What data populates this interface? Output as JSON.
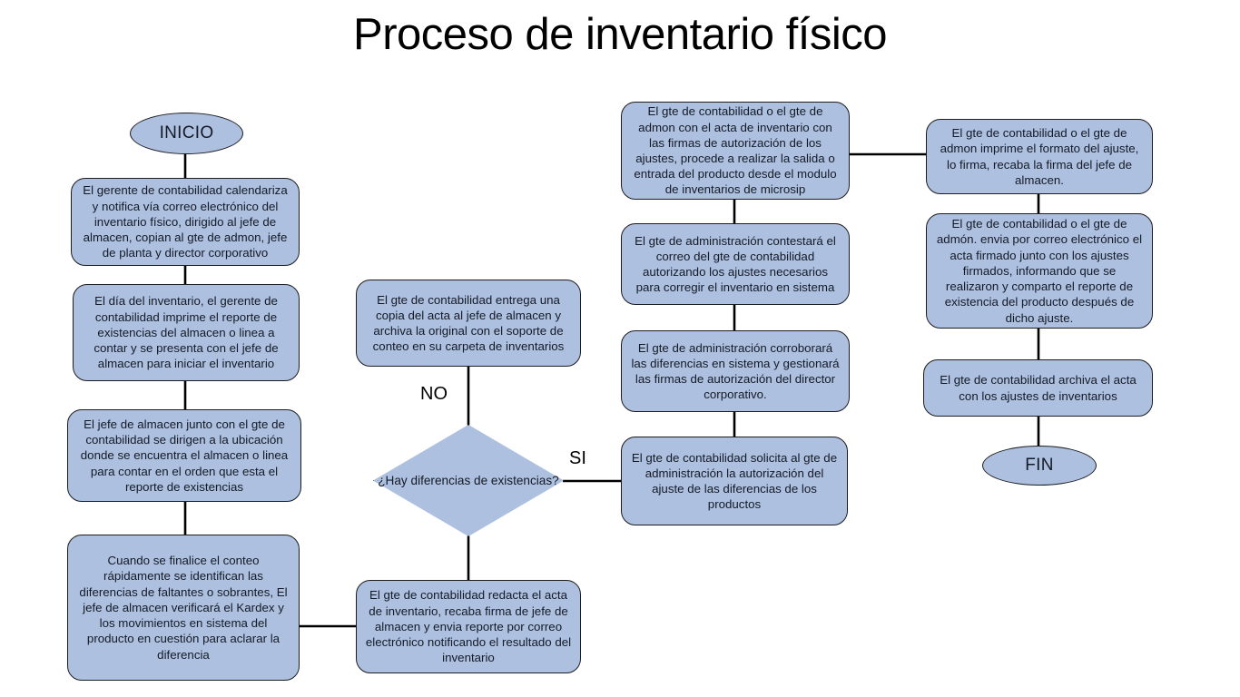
{
  "title": "Proceso de inventario físico",
  "theme": {
    "node_fill": "#adc0e0",
    "node_stroke": "#1d1d1d",
    "connector": "#000000",
    "text": "#151a25",
    "background": "#ffffff"
  },
  "nodes": {
    "start": {
      "type": "terminator",
      "label": "INICIO"
    },
    "left_1": {
      "type": "process",
      "label": "El gerente de contabilidad calendariza y notifica vía correo electrónico del inventario físico, dirigido al jefe de almacen, copian al gte de admon, jefe de planta y director corporativo"
    },
    "left_2": {
      "type": "process",
      "label": "El día del inventario, el gerente de contabilidad imprime el reporte de existencias del almacen o linea a contar y se presenta con el jefe de almacen para iniciar el inventario"
    },
    "left_3": {
      "type": "process",
      "label": "El jefe de almacen junto con el gte de contabilidad se dirigen a la ubicación donde se encuentra el almacen o linea para contar en el orden que esta el reporte de existencias"
    },
    "left_4": {
      "type": "process",
      "label": "Cuando se finalice el conteo rápidamente se identifican las diferencias de faltantes o sobrantes, El jefe de almacen verificará  el Kardex y los movimientos en sistema del producto en cuestión para aclarar la diferencia"
    },
    "center_top": {
      "type": "process",
      "label": "El gte de contabilidad entrega una copia del acta al jefe de almacen y archiva la original con el soporte de conteo en su carpeta de inventarios"
    },
    "decision": {
      "type": "decision",
      "label": "¿Hay diferencias de existencias?"
    },
    "center_bottom": {
      "type": "process",
      "label": "El gte de contabilidad redacta el acta de inventario, recaba firma de jefe de almacen y envia reporte por correo electrónico notificando el resultado del inventario"
    },
    "right_1": {
      "type": "process",
      "label": "El gte de contabilidad o el gte de admon con el acta de inventario con las firmas de autorización de los ajustes, procede a realizar la salida o entrada del producto desde el modulo de inventarios de microsip"
    },
    "right_2": {
      "type": "process",
      "label": "El gte de administración contestará el correo del gte de contabilidad autorizando los ajustes necesarios para corregir el inventario en sistema"
    },
    "right_3": {
      "type": "process",
      "label": "El gte de administración corroborará las diferencias en sistema y gestionará las firmas de autorización del director corporativo."
    },
    "right_4": {
      "type": "process",
      "label": "El gte de contabilidad solicita al gte de administración la autorización del ajuste de las diferencias de los productos"
    },
    "far_1": {
      "type": "process",
      "label": "El gte de contabilidad o el gte de admon imprime el formato del ajuste, lo firma, recaba la firma del jefe de almacen."
    },
    "far_2": {
      "type": "process",
      "label": "El gte de contabilidad o el gte de admón. envia por correo electrónico el acta firmado junto con los ajustes firmados, informando que se realizaron y comparto el reporte de existencia del producto después de dicho ajuste."
    },
    "far_3": {
      "type": "process",
      "label": "El gte de contabilidad archiva el acta con los ajustes de inventarios"
    },
    "end": {
      "type": "terminator",
      "label": "FIN"
    }
  },
  "branch_labels": {
    "no": "NO",
    "si": "SI"
  }
}
